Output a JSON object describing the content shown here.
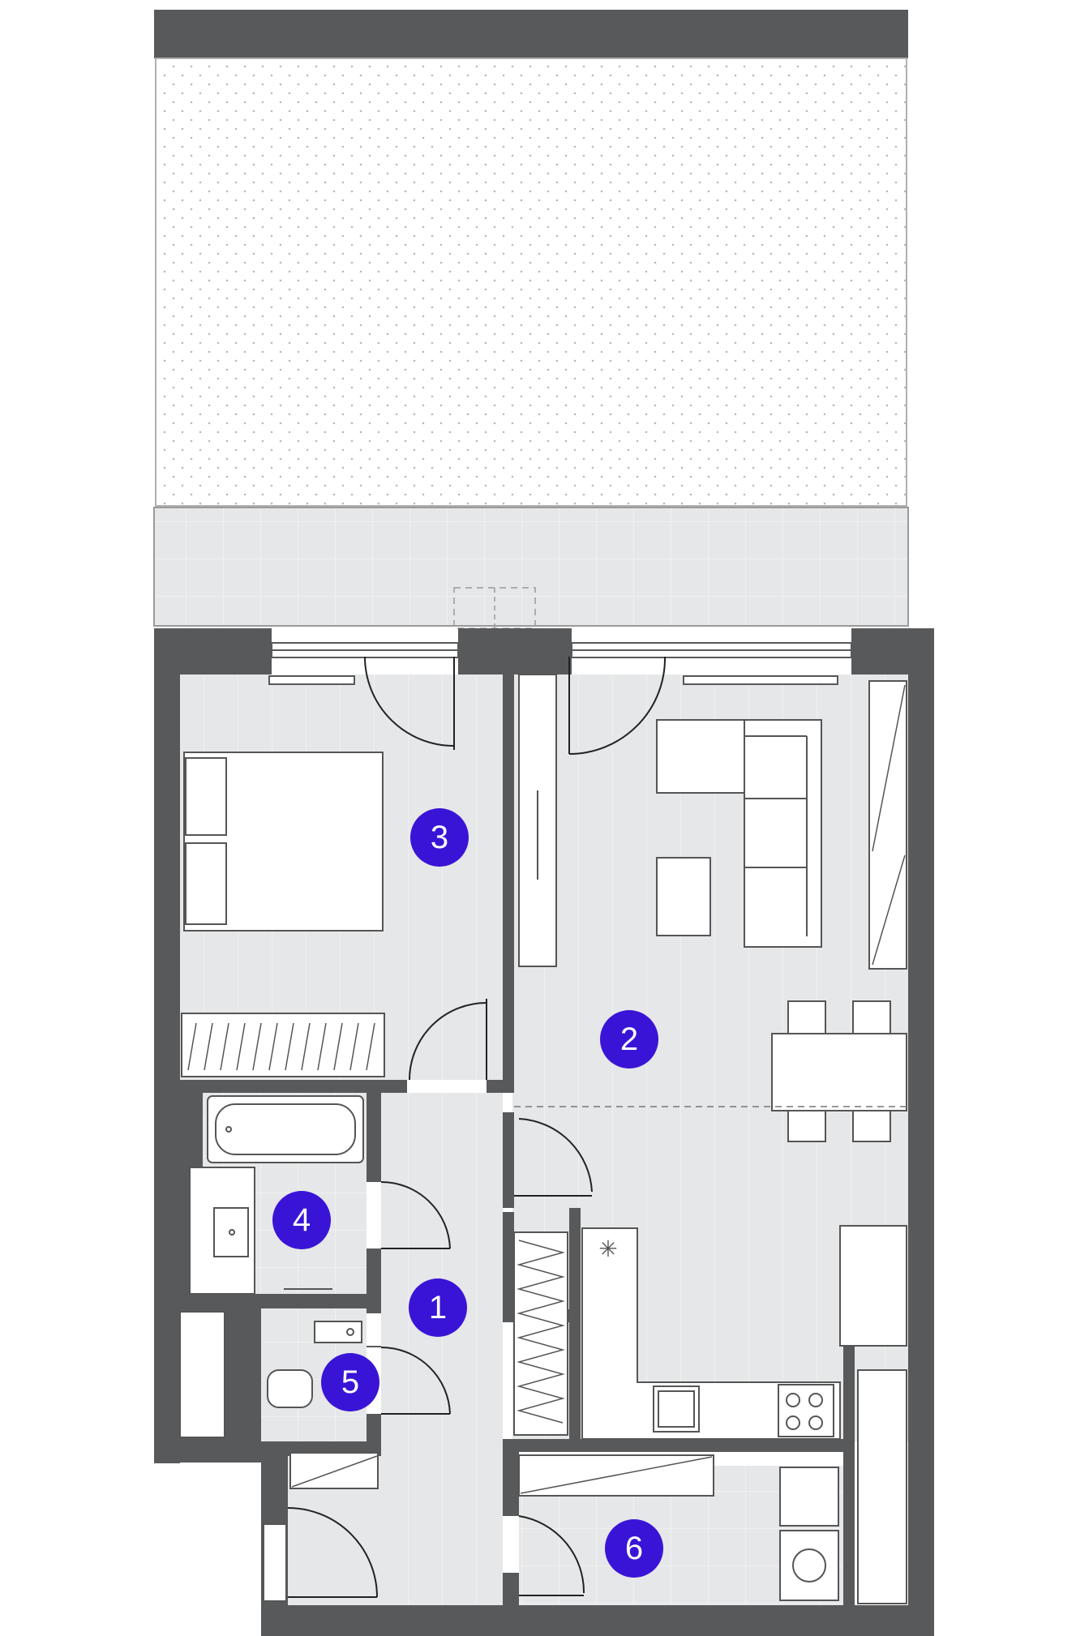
{
  "colors": {
    "wall": "#58595b",
    "floor": "#e6e7e8",
    "terrace": "#f4f4f4",
    "marker": "#3a14d6",
    "marker_text": "#ffffff"
  },
  "rooms": [
    {
      "id": "room-1",
      "number": "1"
    },
    {
      "id": "room-2",
      "number": "2"
    },
    {
      "id": "room-3",
      "number": "3"
    },
    {
      "id": "room-4",
      "number": "4"
    },
    {
      "id": "room-5",
      "number": "5"
    },
    {
      "id": "room-6",
      "number": "6"
    }
  ]
}
